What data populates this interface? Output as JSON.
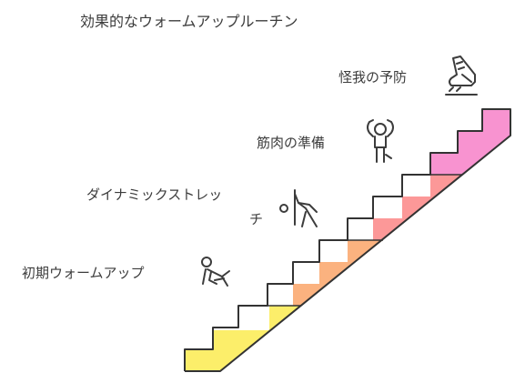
{
  "title": "効果的なウォームアップルーチン",
  "steps": [
    {
      "label": "初期ウォームアップ",
      "color": "#fcee6a",
      "icon": "crawling-person-icon"
    },
    {
      "label": "ダイナミックストレッチ",
      "line1": "ダイナミックストレッ",
      "line2": "チ",
      "color": "#fbb27f",
      "icon": "stretching-person-icon"
    },
    {
      "label": "筋肉の準備",
      "color": "#fc9898",
      "icon": "flexing-person-icon"
    },
    {
      "label": "怪我の予防",
      "color": "#f893d0",
      "icon": "sneaker-icon"
    }
  ],
  "colors": {
    "outline": "#333333",
    "text": "#3c3c3c"
  }
}
